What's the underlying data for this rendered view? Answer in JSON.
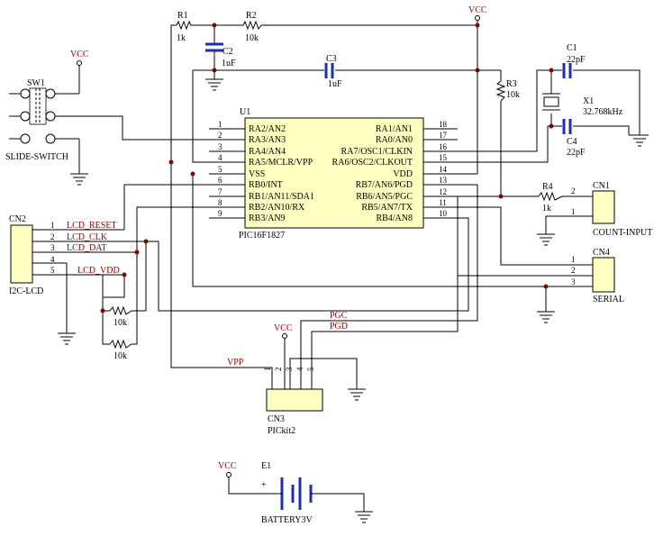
{
  "power": {
    "vcc": "VCC"
  },
  "u1": {
    "ref": "U1",
    "part": "PIC16F1827",
    "left_pins": [
      {
        "num": "1",
        "name": "RA2/AN2"
      },
      {
        "num": "2",
        "name": "RA3/AN3"
      },
      {
        "num": "3",
        "name": "RA4/AN4"
      },
      {
        "num": "4",
        "name": "RA5/MCLR/VPP"
      },
      {
        "num": "5",
        "name": "VSS"
      },
      {
        "num": "6",
        "name": "RB0/INT"
      },
      {
        "num": "7",
        "name": "RB1/AN11/SDA1"
      },
      {
        "num": "8",
        "name": "RB2/AN10/RX"
      },
      {
        "num": "9",
        "name": "RB3/AN9"
      }
    ],
    "right_pins": [
      {
        "num": "18",
        "name": "RA1/AN1"
      },
      {
        "num": "17",
        "name": "RA0/AN0"
      },
      {
        "num": "16",
        "name": "RA7/OSC1/CLKIN"
      },
      {
        "num": "15",
        "name": "RA6/OSC2/CLKOUT"
      },
      {
        "num": "14",
        "name": "VDD"
      },
      {
        "num": "13",
        "name": "RB7/AN6/PGD"
      },
      {
        "num": "12",
        "name": "RB6/AN5/PGC"
      },
      {
        "num": "11",
        "name": "RB5/AN7/TX"
      },
      {
        "num": "10",
        "name": "RB4/AN8"
      }
    ]
  },
  "r1": {
    "ref": "R1",
    "value": "1k"
  },
  "r2": {
    "ref": "R2",
    "value": "10k"
  },
  "r3": {
    "ref": "R3",
    "value": "10k"
  },
  "r4": {
    "ref": "R4",
    "value": "1k"
  },
  "r_pull1": {
    "value": "10k"
  },
  "r_pull2": {
    "value": "10k"
  },
  "c1": {
    "ref": "C1",
    "value": "22pF"
  },
  "c2": {
    "ref": "C2",
    "value": "1uF"
  },
  "c3": {
    "ref": "C3",
    "value": "1uF"
  },
  "c4": {
    "ref": "C4",
    "value": "22pF"
  },
  "x1": {
    "ref": "X1",
    "value": "32.768kHz"
  },
  "sw1": {
    "ref": "SW1",
    "label": "SLIDE-SWITCH"
  },
  "cn1": {
    "ref": "CN1",
    "label": "COUNT-INPUT",
    "pins": [
      "2",
      "1"
    ]
  },
  "cn2": {
    "ref": "CN2",
    "label": "I2C-LCD",
    "pins": [
      "1",
      "2",
      "3",
      "4",
      "5"
    ],
    "nets": [
      "LCD_RESET",
      "LCD_CLK",
      "LCD_DAT",
      "",
      "LCD_VDD"
    ]
  },
  "cn3": {
    "ref": "CN3",
    "label": "PICkit2",
    "pins": [
      "1",
      "2",
      "3",
      "4",
      "5"
    ]
  },
  "cn4": {
    "ref": "CN4",
    "label": "SERIAL",
    "pins": [
      "1",
      "2",
      "3"
    ]
  },
  "nets": {
    "vpp": "VPP",
    "pgc": "PGC",
    "pgd": "PGD"
  },
  "e1": {
    "ref": "E1",
    "label": "BATTERY3V",
    "plus": "+"
  }
}
